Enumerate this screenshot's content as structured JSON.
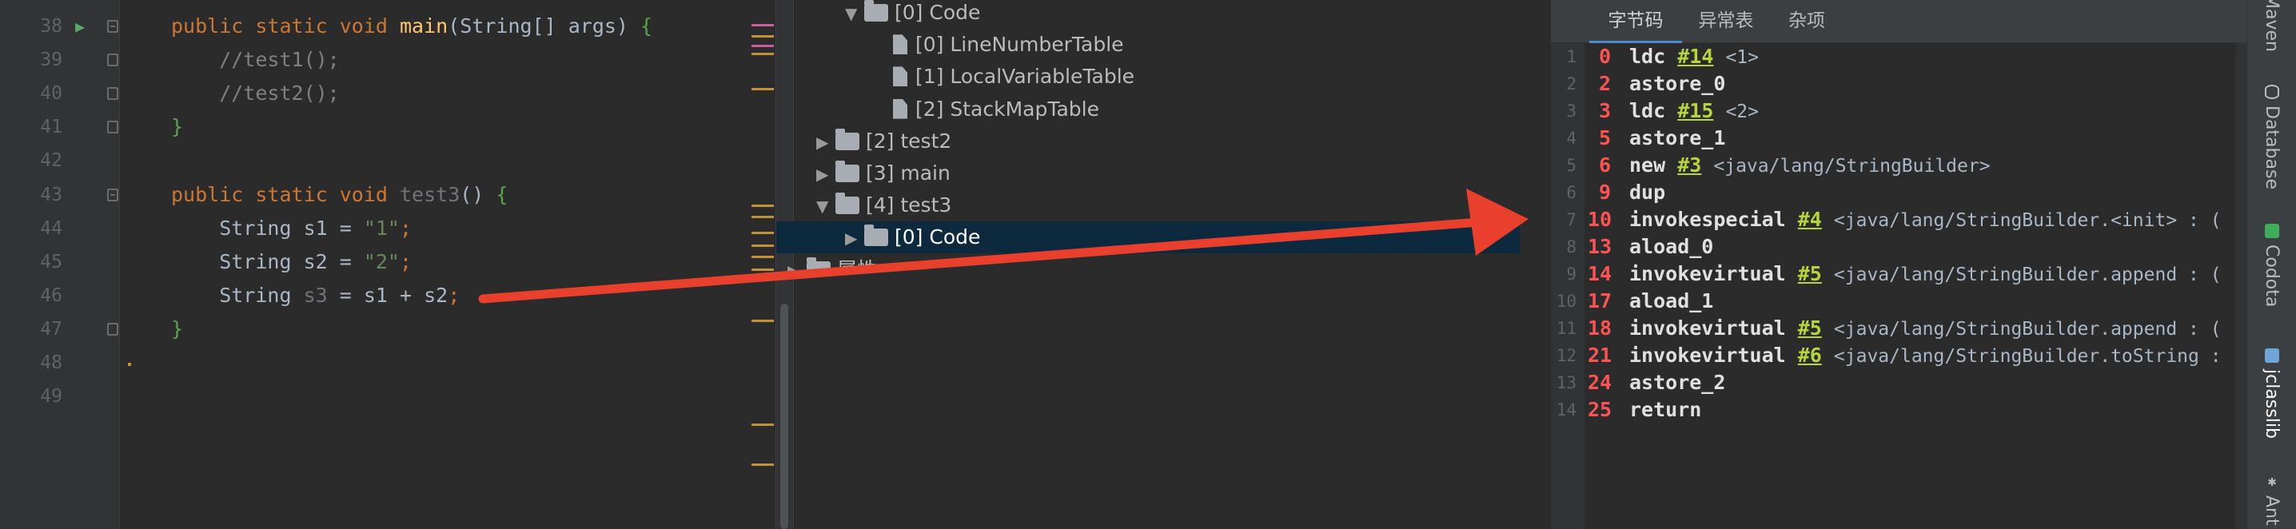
{
  "editor": {
    "lines": [
      {
        "num": "38",
        "tokens": [
          [
            "kw",
            "public static void "
          ],
          [
            "fn",
            "main"
          ],
          [
            "",
            "(String[] args) "
          ],
          [
            "brace",
            "{"
          ]
        ],
        "run": true,
        "fold": "open"
      },
      {
        "num": "39",
        "tokens": [
          [
            "cmt",
            "    //test1();"
          ]
        ],
        "fold": "mark"
      },
      {
        "num": "40",
        "tokens": [
          [
            "cmt",
            "    //test2();"
          ]
        ],
        "fold": "mark"
      },
      {
        "num": "41",
        "tokens": [
          [
            "brace",
            "}"
          ]
        ],
        "fold": "mark"
      },
      {
        "num": "42",
        "tokens": []
      },
      {
        "num": "43",
        "tokens": [
          [
            "kw",
            "public static void "
          ],
          [
            "unused",
            "test3"
          ],
          [
            "",
            "() "
          ],
          [
            "brace",
            "{"
          ]
        ],
        "fold": "open"
      },
      {
        "num": "44",
        "tokens": [
          [
            "",
            "    String s1 = "
          ],
          [
            "str",
            "\"1\""
          ],
          [
            "kw",
            ";"
          ]
        ]
      },
      {
        "num": "45",
        "tokens": [
          [
            "",
            "    String s2 = "
          ],
          [
            "str",
            "\"2\""
          ],
          [
            "kw",
            ";"
          ]
        ]
      },
      {
        "num": "46",
        "tokens": [
          [
            "",
            "    String "
          ],
          [
            "unused",
            "s3"
          ],
          [
            "",
            " = s1 + s2"
          ],
          [
            "kw",
            ";"
          ]
        ]
      },
      {
        "num": "47",
        "tokens": [
          [
            "brace",
            "}"
          ]
        ],
        "fold": "mark"
      },
      {
        "num": "48",
        "tokens": []
      },
      {
        "num": "49",
        "tokens": []
      }
    ],
    "run_icon": "run-triangle-icon",
    "fold_icon": "fold-marker-icon"
  },
  "tree": {
    "rows": [
      {
        "label": "[0] Code",
        "kind": "folder",
        "arrow": "▼",
        "indent": 1
      },
      {
        "label": "[0] LineNumberTable",
        "kind": "file",
        "arrow": "",
        "indent": 2
      },
      {
        "label": "[1] LocalVariableTable",
        "kind": "file",
        "arrow": "",
        "indent": 2
      },
      {
        "label": "[2] StackMapTable",
        "kind": "file",
        "arrow": "",
        "indent": 2
      },
      {
        "label": "[2] test2",
        "kind": "folder",
        "arrow": "▶",
        "indent": 0
      },
      {
        "label": "[3] main",
        "kind": "folder",
        "arrow": "▶",
        "indent": 0
      },
      {
        "label": "[4] test3",
        "kind": "folder",
        "arrow": "▼",
        "indent": 0
      },
      {
        "label": "[0] Code",
        "kind": "folder",
        "arrow": "▶",
        "indent": 1,
        "selected": true
      },
      {
        "label": "属性",
        "kind": "folder",
        "arrow": "▶",
        "indent": -1,
        "partial": true
      }
    ]
  },
  "bytecode": {
    "tabs": [
      {
        "label": "字节码",
        "active": true
      },
      {
        "label": "异常表",
        "active": false
      },
      {
        "label": "杂项",
        "active": false
      }
    ],
    "lines": [
      {
        "ln": "1",
        "off": "0",
        "op": "ldc",
        "ref": "#14",
        "cm": "<1>"
      },
      {
        "ln": "2",
        "off": "2",
        "op": "astore_0",
        "ref": "",
        "cm": ""
      },
      {
        "ln": "3",
        "off": "3",
        "op": "ldc",
        "ref": "#15",
        "cm": "<2>"
      },
      {
        "ln": "4",
        "off": "5",
        "op": "astore_1",
        "ref": "",
        "cm": ""
      },
      {
        "ln": "5",
        "off": "6",
        "op": "new",
        "ref": "#3",
        "cm": "<java/lang/StringBuilder>"
      },
      {
        "ln": "6",
        "off": "9",
        "op": "dup",
        "ref": "",
        "cm": ""
      },
      {
        "ln": "7",
        "off": "10",
        "op": "invokespecial",
        "ref": "#4",
        "cm": "<java/lang/StringBuilder.<init> : ("
      },
      {
        "ln": "8",
        "off": "13",
        "op": "aload_0",
        "ref": "",
        "cm": ""
      },
      {
        "ln": "9",
        "off": "14",
        "op": "invokevirtual",
        "ref": "#5",
        "cm": "<java/lang/StringBuilder.append : ("
      },
      {
        "ln": "10",
        "off": "17",
        "op": "aload_1",
        "ref": "",
        "cm": ""
      },
      {
        "ln": "11",
        "off": "18",
        "op": "invokevirtual",
        "ref": "#5",
        "cm": "<java/lang/StringBuilder.append : ("
      },
      {
        "ln": "12",
        "off": "21",
        "op": "invokevirtual",
        "ref": "#6",
        "cm": "<java/lang/StringBuilder.toString :"
      },
      {
        "ln": "13",
        "off": "24",
        "op": "astore_2",
        "ref": "",
        "cm": ""
      },
      {
        "ln": "14",
        "off": "25",
        "op": "return",
        "ref": "",
        "cm": ""
      }
    ]
  },
  "rightbar": {
    "items": [
      {
        "label": "Maven",
        "icon": "maven-icon",
        "active": false
      },
      {
        "label": "Database",
        "icon": "database-icon",
        "active": false
      },
      {
        "label": "Codota",
        "icon": "codota-icon",
        "active": false
      },
      {
        "label": "jclasslib",
        "icon": "jclasslib-icon",
        "active": true
      },
      {
        "label": "Ant",
        "icon": "ant-icon",
        "active": false
      }
    ]
  },
  "annotation": {
    "arrow_color": "#e8402c",
    "icon": "red-arrow-annotation"
  },
  "colors": {
    "editor_bg": "#2b2b2b",
    "gutter_bg": "#313335",
    "keyword": "#cc7832",
    "string": "#6a8759",
    "comment": "#808080",
    "offset": "#ff5353",
    "cp_ref": "#b5d53a",
    "selection": "#0d293e"
  }
}
